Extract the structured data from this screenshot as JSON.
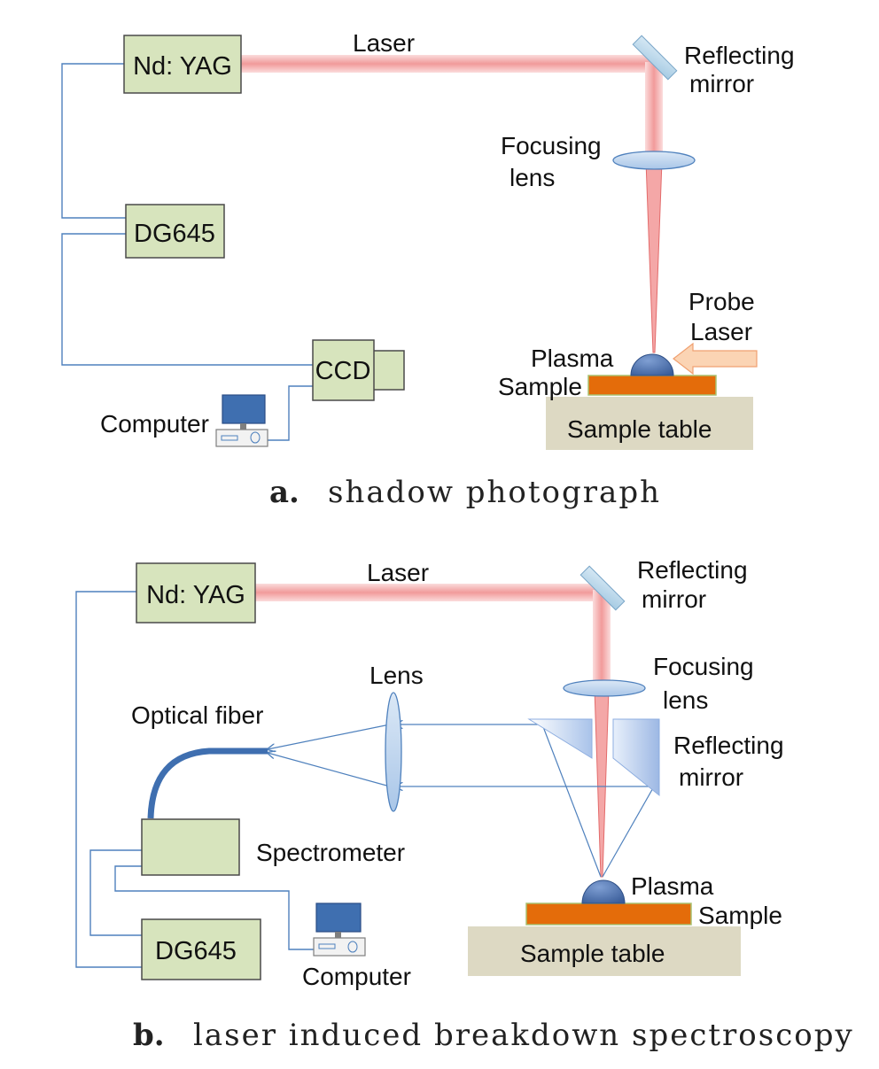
{
  "panel_a": {
    "laser_label": "Laser",
    "ndyag_label": "Nd: YAG",
    "dg645_label": "DG645",
    "ccd_label": "CCD",
    "computer_label": "Computer",
    "reflecting_mirror_label_1": "Reflecting",
    "reflecting_mirror_label_2": "mirror",
    "focusing_lens_label_1": "Focusing",
    "focusing_lens_label_2": "lens",
    "probe_laser_label_1": "Probe",
    "probe_laser_label_2": "Laser",
    "plasma_label": "Plasma",
    "sample_label": "Sample",
    "sample_table_label": "Sample table",
    "caption_letter": "a.",
    "caption_text": "shadow photograph"
  },
  "panel_b": {
    "laser_label": "Laser",
    "ndyag_label": "Nd: YAG",
    "reflecting_mirror_label_1": "Reflecting",
    "reflecting_mirror_label_2": "mirror",
    "focusing_lens_label_1": "Focusing",
    "focusing_lens_label_2": "lens",
    "lens_label": "Lens",
    "optical_fiber_label": "Optical fiber",
    "reflecting_mirror2_label_1": "Reflecting",
    "reflecting_mirror2_label_2": "mirror",
    "spectrometer_label": "Spectrometer",
    "plasma_label": "Plasma",
    "sample_label": "Sample",
    "sample_table_label": "Sample table",
    "dg645_label": "DG645",
    "computer_label": "Computer",
    "caption_letter": "b.",
    "caption_text": "laser induced breakdown spectroscopy"
  },
  "colors": {
    "box_fill": "#d7e4bd",
    "box_stroke": "#4a4a4a",
    "laser_beam": "#f4a7a7",
    "wire": "#4f81bd",
    "sample": "#e46c0a",
    "sample_table": "#ddd9c3",
    "plasma": "#4f6fa8",
    "lens": "#bdd7ee",
    "probe_arrow": "#fbd4b4",
    "monitor": "#3f6fb0"
  }
}
